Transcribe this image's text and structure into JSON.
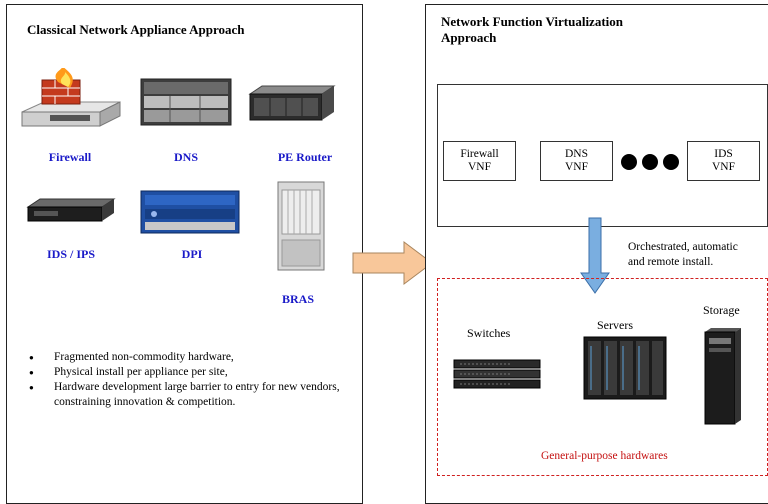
{
  "left_panel": {
    "title": "Classical Network Appliance Approach",
    "devices": [
      {
        "label": "Firewall"
      },
      {
        "label": "DNS"
      },
      {
        "label": "PE Router"
      },
      {
        "label": "IDS / IPS"
      },
      {
        "label": "DPI"
      },
      {
        "label": "BRAS"
      }
    ],
    "bullets": [
      "Fragmented non-commodity hardware,",
      "Physical install per appliance per site,",
      "Hardware development large barrier to entry for new vendors, constraining innovation & competition."
    ]
  },
  "right_panel": {
    "title_line1": "Network Function Virtualization",
    "title_line2": "Approach",
    "vnfs": [
      {
        "line1": "Firewall",
        "line2": "VNF"
      },
      {
        "line1": "DNS",
        "line2": "VNF"
      },
      {
        "line1": "IDS",
        "line2": "VNF"
      }
    ],
    "orchestration_line1": "Orchestrated, automatic",
    "orchestration_line2": "and remote install.",
    "hardware": [
      {
        "label": "Switches"
      },
      {
        "label": "Servers"
      },
      {
        "label": "Storage"
      }
    ],
    "hardware_caption": "General-purpose hardwares"
  },
  "colors": {
    "device_label": "#1a1ac8",
    "caption": "#c41010",
    "big_arrow": "#f8c79a",
    "down_arrow": "#7aaee0"
  }
}
